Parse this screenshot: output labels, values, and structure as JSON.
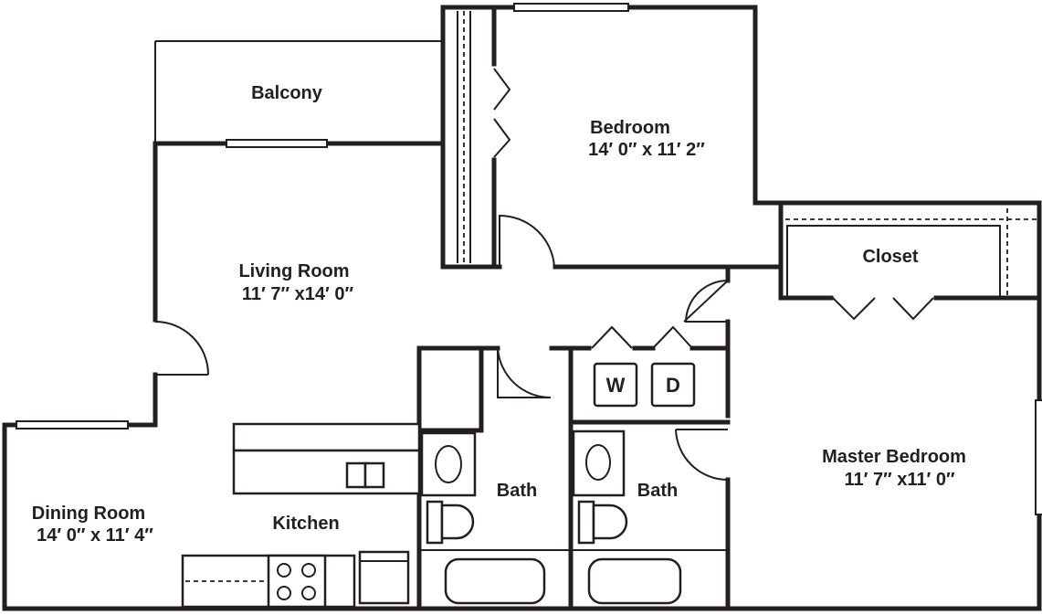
{
  "rooms": {
    "balcony": {
      "name": "Balcony"
    },
    "bedroom": {
      "name": "Bedroom",
      "dims": "14′ 0″ x 11′ 2″"
    },
    "living_room": {
      "name": "Living Room",
      "dims": "11′ 7″ x14′ 0″"
    },
    "closet": {
      "name": "Closet"
    },
    "master_bedroom": {
      "name": "Master Bedroom",
      "dims": "11′ 7″ x11′ 0″"
    },
    "dining_room": {
      "name": "Dining Room",
      "dims": "14′ 0″ x 11′ 4″"
    },
    "kitchen": {
      "name": "Kitchen"
    },
    "bath_1": {
      "name": "Bath"
    },
    "bath_2": {
      "name": "Bath"
    }
  },
  "appliances": {
    "washer": "W",
    "dryer": "D"
  }
}
